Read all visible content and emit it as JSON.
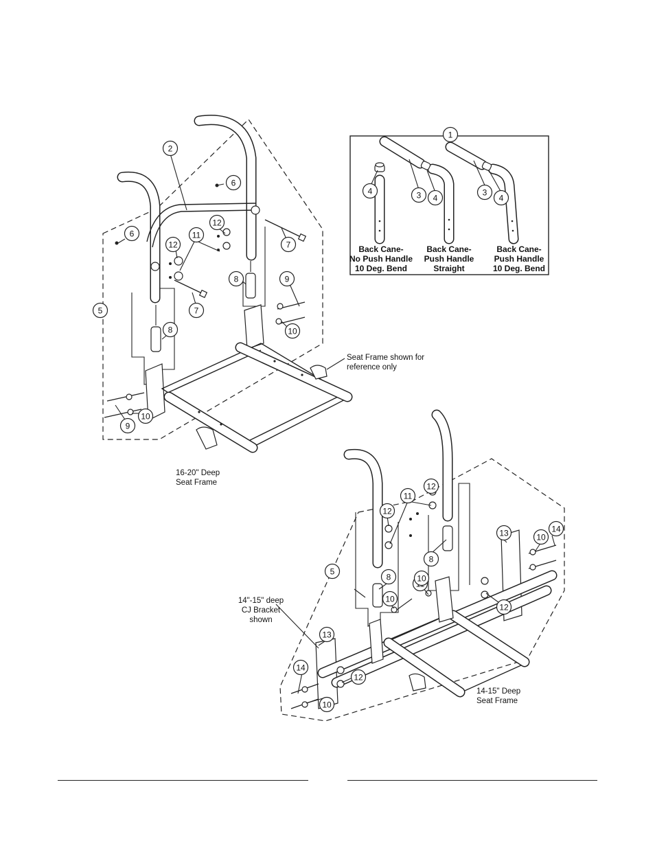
{
  "inset": {
    "callout": "1",
    "columns": [
      {
        "title": [
          "Back Cane-",
          "No Push Handle",
          "10 Deg. Bend"
        ],
        "callouts": [
          "4"
        ]
      },
      {
        "title": [
          "Back Cane-",
          "Push Handle",
          "Straight"
        ],
        "callouts": [
          "3",
          "4"
        ]
      },
      {
        "title": [
          "Back Cane-",
          "Push Handle",
          "10 Deg. Bend"
        ],
        "callouts": [
          "3",
          "4"
        ]
      }
    ]
  },
  "top_assembly": {
    "callouts": [
      "2",
      "6",
      "6",
      "12",
      "11",
      "12",
      "7",
      "7",
      "8",
      "8",
      "9",
      "10",
      "5",
      "10",
      "9"
    ],
    "note": [
      "Seat Frame shown for",
      "reference only"
    ],
    "caption": [
      "16-20\" Deep",
      "Seat Frame"
    ]
  },
  "bottom_assembly": {
    "callouts": [
      "12",
      "11",
      "12",
      "8",
      "8",
      "13",
      "10",
      "14",
      "5",
      "10",
      "11",
      "10",
      "12",
      "13",
      "12",
      "14",
      "10"
    ],
    "bracket_note": [
      "14\"-15\" deep",
      "CJ Bracket",
      "shown"
    ],
    "caption": [
      "14-15\" Deep",
      "Seat Frame"
    ]
  }
}
